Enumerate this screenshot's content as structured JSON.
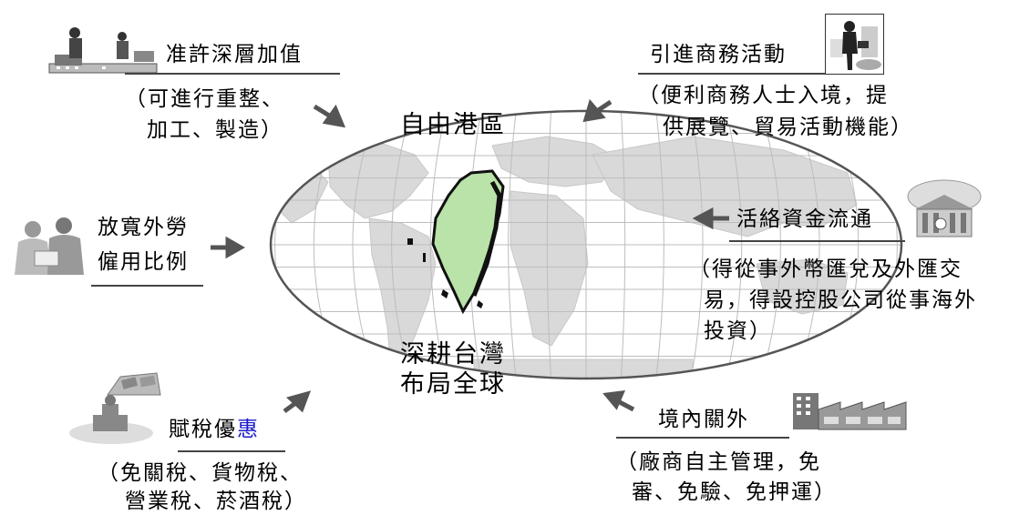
{
  "center": {
    "top_title": "自由港區",
    "bottom_title_line1": "深耕台灣",
    "bottom_title_line2": "布局全球"
  },
  "items": {
    "deep_value": {
      "title": "准許深層加值",
      "desc_line1": "（可進行重整、",
      "desc_line2": "加工、製造）"
    },
    "business": {
      "title": "引進商務活動",
      "desc_line1": "（便利商務人士入境，提",
      "desc_line2": "供展覽、貿易活動機能）"
    },
    "labor": {
      "title_line1": "放寬外勞",
      "title_line2": "僱用比例"
    },
    "finance": {
      "title": "活絡資金流通",
      "desc_line1": "（得從事外幣匯兌及外匯交",
      "desc_line2": "易，得設控股公司從事海外",
      "desc_line3": "投資）"
    },
    "tax": {
      "title_part1": "賦稅優",
      "title_part2": "惠",
      "desc_line1": "（免關稅、貨物稅、",
      "desc_line2": "營業稅、菸酒稅）"
    },
    "customs": {
      "title": "境內關外",
      "desc_line1": "（廠商自主管理，免",
      "desc_line2": "審、免驗、免押運）"
    }
  },
  "colors": {
    "taiwan_fill": "#b9e3a8",
    "land": "#d7d7d7",
    "grid": "#bdbdbd",
    "ellipse": "#555555",
    "accent_blue": "#1a1acc"
  },
  "icons": [
    "workers-icon",
    "businessman-icon",
    "meeting-people-icon",
    "bank-icon",
    "money-capitol-icon",
    "factory-icon"
  ]
}
